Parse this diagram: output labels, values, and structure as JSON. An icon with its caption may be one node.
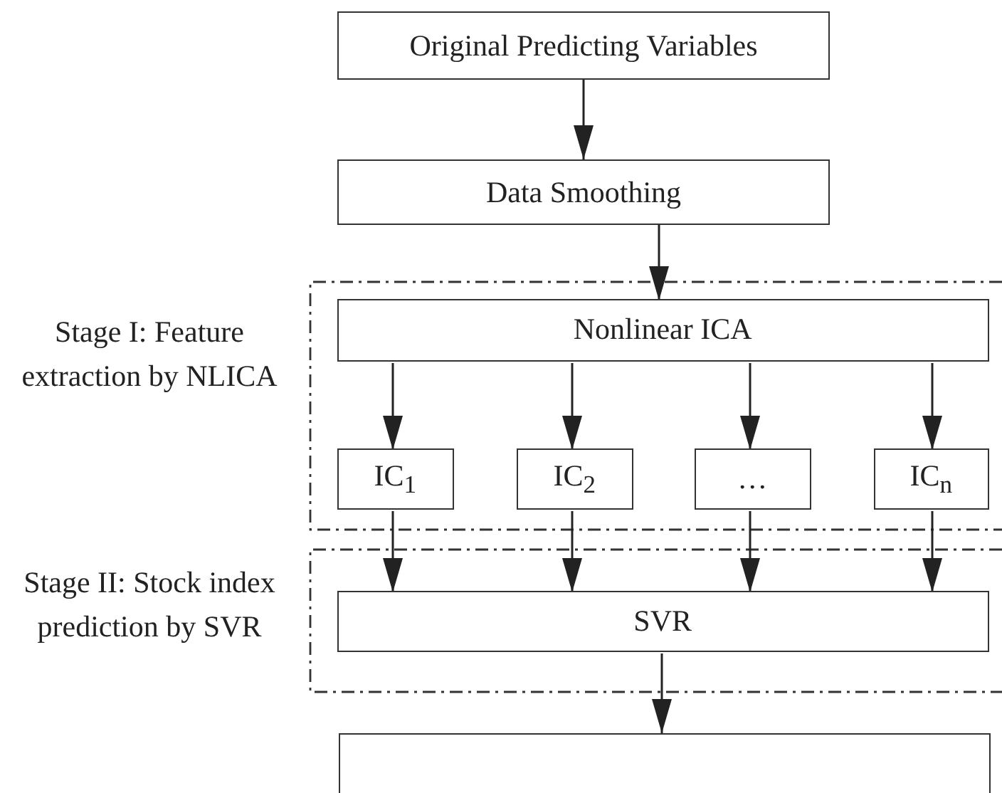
{
  "diagram": {
    "nodes": [
      {
        "text": [
          "Original Predicting Variables"
        ]
      },
      {
        "text": [
          "Data Smoothing"
        ]
      },
      {
        "text": [
          "Stage I: Feature extraction by NLICA"
        ]
      },
      {
        "text": [
          "Nonlinear ICA"
        ],
        "in": 2
      },
      {
        "text": [
          "IC$_{1}$"
        ],
        "in": 2
      },
      {
        "text": [
          "IC$_{2}$"
        ],
        "in": 2
      },
      {
        "text": [
          "…"
        ],
        "in": 2
      },
      {
        "text": [
          "IC$_{n}$"
        ],
        "in": 2
      },
      {
        "text": [
          "Stage II: Stock index prediction by SVR"
        ]
      },
      {
        "text": [
          "SVR"
        ],
        "in": 8
      },
      {
        "text": [],
        "shape": "box"
      }
    ],
    "edges": [
      {
        "from": 0,
        "to": 1,
        "arrow": "to"
      },
      {
        "from": 1,
        "to": 3,
        "arrow": "to"
      },
      {
        "from": 3,
        "to": 4,
        "arrow": "to"
      },
      {
        "from": 3,
        "to": 5,
        "arrow": "to"
      },
      {
        "from": 3,
        "to": 6,
        "arrow": "to"
      },
      {
        "from": 3,
        "to": 7,
        "arrow": "to"
      },
      {
        "from": 4,
        "to": 9,
        "arrow": "to"
      },
      {
        "from": 5,
        "to": 9,
        "arrow": "to"
      },
      {
        "from": 6,
        "to": 9,
        "arrow": "to"
      },
      {
        "from": 7,
        "to": 9,
        "arrow": "to"
      },
      {
        "from": 9,
        "to": 10,
        "arrow": "to"
      }
    ]
  }
}
